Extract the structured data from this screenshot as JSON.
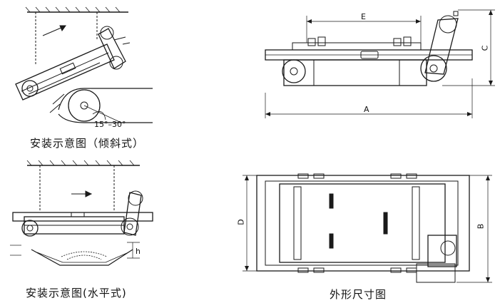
{
  "captions": {
    "inclined": "安装示意图（倾斜式）",
    "horizontal": "安装示意图(水平式)",
    "dimensions": "外形尺寸图"
  },
  "labels": {
    "angle": "15°–30°",
    "dim_e": "E",
    "dim_a": "A",
    "dim_c": "C",
    "dim_d": "D",
    "dim_b": "B",
    "dim_h": "h"
  }
}
